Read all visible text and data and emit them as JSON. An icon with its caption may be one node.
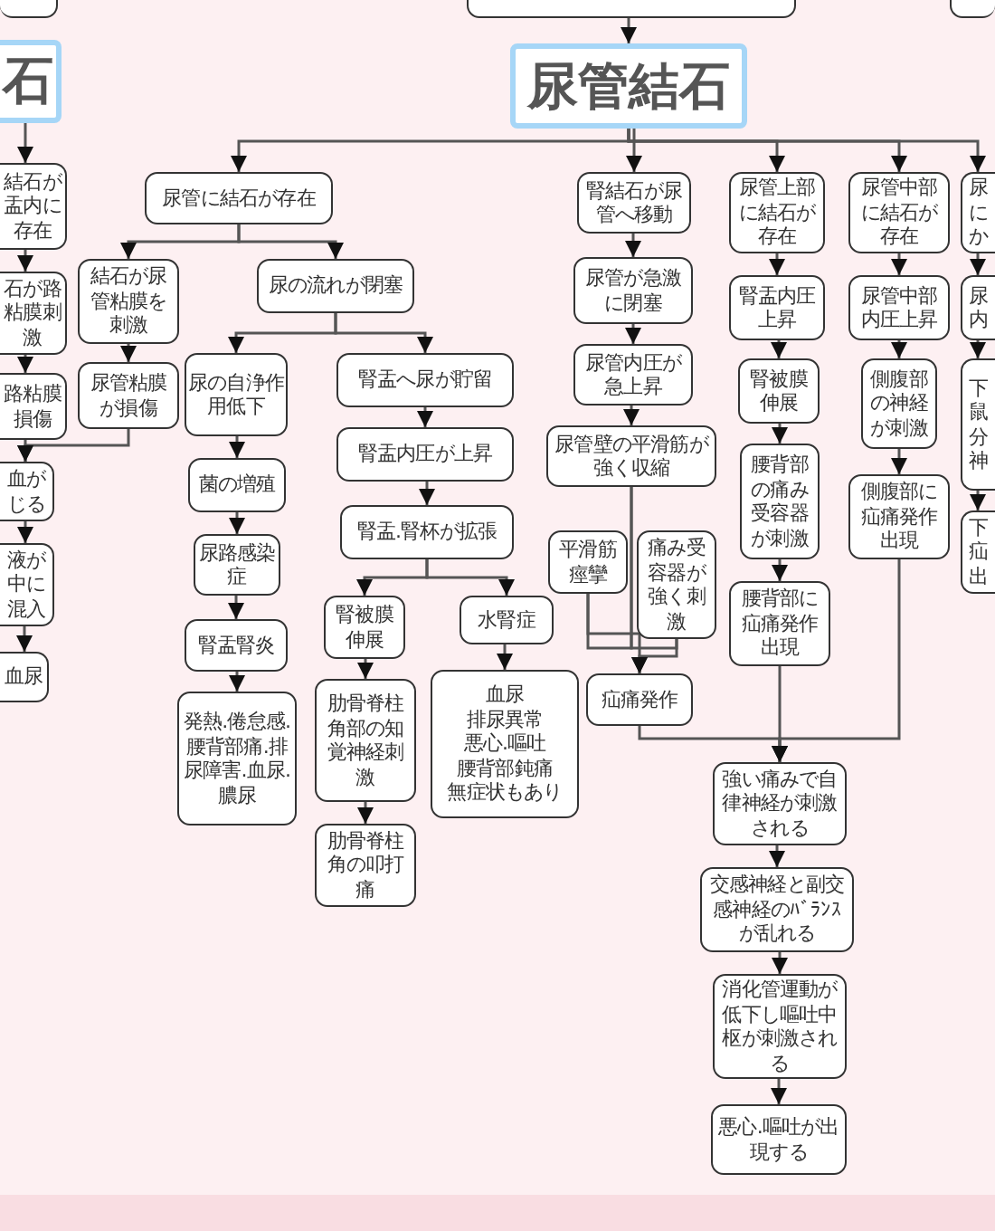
{
  "diagram": {
    "nodes": [
      {
        "text": [],
        "shape": "box"
      },
      {
        "text": [],
        "shape": "box"
      },
      {
        "text": [],
        "shape": "box"
      },
      {
        "text": [
          "尿管結石"
        ]
      },
      {
        "text": [
          "石"
        ]
      },
      {
        "text": [
          "結石が盂内に存在"
        ]
      },
      {
        "text": [
          "石が路粘膜刺激"
        ]
      },
      {
        "text": [
          "路粘膜損傷"
        ]
      },
      {
        "text": [
          "血がじる"
        ]
      },
      {
        "text": [
          "液が中に混入"
        ]
      },
      {
        "text": [
          "血尿"
        ]
      },
      {
        "text": [
          "尿管に結石が存在"
        ]
      },
      {
        "text": [
          "結石が尿管粘膜を刺激"
        ]
      },
      {
        "text": [
          "尿管粘膜が損傷"
        ]
      },
      {
        "text": [
          "尿の流れが閉塞"
        ]
      },
      {
        "text": [
          "尿の自浄作用低下"
        ]
      },
      {
        "text": [
          "菌の増殖"
        ]
      },
      {
        "text": [
          "尿路感染症"
        ]
      },
      {
        "text": [
          "腎盂腎炎"
        ]
      },
      {
        "text": [
          "発熱.倦怠感.腰背部痛.排尿障害.血尿.膿尿"
        ]
      },
      {
        "text": [
          "腎盂へ尿が貯留"
        ]
      },
      {
        "text": [
          "腎盂内圧が上昇"
        ]
      },
      {
        "text": [
          "腎盂.腎杯が拡張"
        ]
      },
      {
        "text": [
          "腎被膜伸展"
        ]
      },
      {
        "text": [
          "肋骨脊柱角部の知覚神経刺激"
        ]
      },
      {
        "text": [
          "肋骨脊柱角の叩打痛"
        ]
      },
      {
        "text": [
          "水腎症"
        ]
      },
      {
        "text": [
          "血尿",
          "排尿異常",
          "悪心.嘔吐",
          "腰背部鈍痛",
          "無症状もあり"
        ]
      },
      {
        "text": [
          "腎結石が尿管へ移動"
        ]
      },
      {
        "text": [
          "尿管が急激に閉塞"
        ]
      },
      {
        "text": [
          "尿管内圧が急上昇"
        ]
      },
      {
        "text": [
          "尿管壁の平滑筋が強く収縮"
        ]
      },
      {
        "text": [
          "平滑筋痙攣"
        ]
      },
      {
        "text": [
          "痛み受容器が強く刺激"
        ]
      },
      {
        "text": [
          "疝痛発作"
        ]
      },
      {
        "text": [
          "尿管上部に結石が存在"
        ]
      },
      {
        "text": [
          "腎盂内圧上昇"
        ]
      },
      {
        "text": [
          "腎被膜伸展"
        ]
      },
      {
        "text": [
          "腰背部の痛み受容器が刺激"
        ]
      },
      {
        "text": [
          "腰背部に疝痛発作出現"
        ]
      },
      {
        "text": [
          "尿管中部に結石が存在"
        ]
      },
      {
        "text": [
          "尿管中部内圧上昇"
        ]
      },
      {
        "text": [
          "側腹部の神経が刺激"
        ]
      },
      {
        "text": [
          "側腹部に疝痛発作出現"
        ]
      },
      {
        "text": [
          "尿にか"
        ]
      },
      {
        "text": [
          "尿内"
        ]
      },
      {
        "text": [
          "下鼠分神"
        ]
      },
      {
        "text": [
          "下疝出"
        ]
      },
      {
        "text": [
          "強い痛みで自律神経が刺激される"
        ]
      },
      {
        "text": [
          "交感神経と副交感神経のﾊﾞﾗﾝｽが乱れる"
        ]
      },
      {
        "text": [
          "消化管運動が低下し嘔吐中枢が刺激される"
        ]
      },
      {
        "text": [
          "悪心.嘔吐が出現する"
        ]
      }
    ],
    "edges": [
      {
        "from": 1,
        "to": 3,
        "arrow": "to"
      },
      {
        "from": 4,
        "to": 5,
        "arrow": "to"
      },
      {
        "from": 5,
        "to": 6,
        "arrow": "to"
      },
      {
        "from": 6,
        "to": 7,
        "arrow": "to"
      },
      {
        "from": 7,
        "to": 8,
        "arrow": "to"
      },
      {
        "from": 13,
        "to": 8,
        "arrow": "to"
      },
      {
        "from": 8,
        "to": 9,
        "arrow": "to"
      },
      {
        "from": 9,
        "to": 10,
        "arrow": "to"
      },
      {
        "from": 3,
        "to": 11,
        "arrow": "to"
      },
      {
        "from": 3,
        "to": 28,
        "arrow": "to"
      },
      {
        "from": 3,
        "to": 35,
        "arrow": "to"
      },
      {
        "from": 3,
        "to": 40,
        "arrow": "to"
      },
      {
        "from": 3,
        "to": 44,
        "arrow": "to"
      },
      {
        "from": 11,
        "to": 12,
        "arrow": "to"
      },
      {
        "from": 11,
        "to": 14,
        "arrow": "to"
      },
      {
        "from": 12,
        "to": 13,
        "arrow": "to"
      },
      {
        "from": 14,
        "to": 15,
        "arrow": "to"
      },
      {
        "from": 14,
        "to": 20,
        "arrow": "to"
      },
      {
        "from": 15,
        "to": 16,
        "arrow": "to"
      },
      {
        "from": 16,
        "to": 17,
        "arrow": "to"
      },
      {
        "from": 17,
        "to": 18,
        "arrow": "to"
      },
      {
        "from": 18,
        "to": 19,
        "arrow": "to"
      },
      {
        "from": 20,
        "to": 21,
        "arrow": "to"
      },
      {
        "from": 21,
        "to": 22,
        "arrow": "to"
      },
      {
        "from": 22,
        "to": 23,
        "arrow": "to"
      },
      {
        "from": 22,
        "to": 26,
        "arrow": "to"
      },
      {
        "from": 23,
        "to": 24,
        "arrow": "to"
      },
      {
        "from": 24,
        "to": 25,
        "arrow": "to"
      },
      {
        "from": 26,
        "to": 27,
        "arrow": "to"
      },
      {
        "from": 28,
        "to": 29,
        "arrow": "to"
      },
      {
        "from": 29,
        "to": 30,
        "arrow": "to"
      },
      {
        "from": 30,
        "to": 31,
        "arrow": "to"
      },
      {
        "from": 31,
        "to": 32,
        "arrow": "to"
      },
      {
        "from": 31,
        "to": 33,
        "arrow": "to"
      },
      {
        "from": 32,
        "to": 34,
        "arrow": "to"
      },
      {
        "from": 33,
        "to": 34,
        "arrow": "to"
      },
      {
        "from": 35,
        "to": 36,
        "arrow": "to"
      },
      {
        "from": 36,
        "to": 37,
        "arrow": "to"
      },
      {
        "from": 37,
        "to": 38,
        "arrow": "to"
      },
      {
        "from": 38,
        "to": 39,
        "arrow": "to"
      },
      {
        "from": 40,
        "to": 41,
        "arrow": "to"
      },
      {
        "from": 41,
        "to": 42,
        "arrow": "to"
      },
      {
        "from": 42,
        "to": 43,
        "arrow": "to"
      },
      {
        "from": 44,
        "to": 45,
        "arrow": "to"
      },
      {
        "from": 45,
        "to": 46,
        "arrow": "to"
      },
      {
        "from": 46,
        "to": 47,
        "arrow": "to"
      },
      {
        "from": 34,
        "to": 48,
        "arrow": "to"
      },
      {
        "from": 39,
        "to": 48,
        "arrow": "to"
      },
      {
        "from": 43,
        "to": 48,
        "arrow": "to"
      },
      {
        "from": 48,
        "to": 49,
        "arrow": "to"
      },
      {
        "from": 49,
        "to": 50,
        "arrow": "to"
      },
      {
        "from": 50,
        "to": 51,
        "arrow": "to"
      }
    ]
  }
}
